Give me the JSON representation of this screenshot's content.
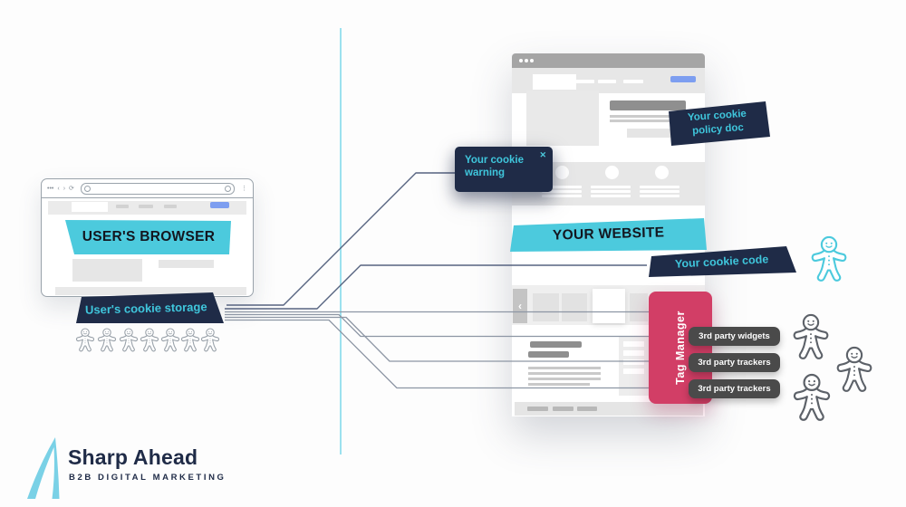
{
  "diagram": {
    "browser": {
      "title_banner": "USER'S BROWSER"
    },
    "website": {
      "title_banner": "YOUR WEBSITE"
    },
    "labels": {
      "cookie_storage": "User's cookie storage",
      "cookie_warning": "Your cookie warning",
      "cookie_policy_doc": "Your cookie policy doc",
      "cookie_code": "Your cookie code",
      "tag_manager": "Tag Manager",
      "third_party": [
        "3rd party widgets",
        "3rd party trackers",
        "3rd party trackers"
      ]
    },
    "icons": {
      "traffic_dots": "•••",
      "back": "‹",
      "forward": "›",
      "reload": "⟳",
      "kebab_menu": "⋮",
      "close": "✕",
      "carousel_prev": "‹",
      "cookie": "gingerbread-man"
    },
    "cookies": {
      "user_storage_count": 7,
      "website_cookie_count": 1,
      "third_party_cookie_count": 3
    },
    "colors": {
      "teal": "#4ccadd",
      "navy": "#1f2b47",
      "pink": "#d23e66",
      "pill_gray": "#4a4a4a",
      "connector_dark": "#566380",
      "connector_light": "#8d96a4",
      "divider_cyan": "#9ce1ef"
    }
  },
  "footer_logo": {
    "name": "Sharp Ahead",
    "tagline": "B2B DIGITAL MARKETING"
  }
}
